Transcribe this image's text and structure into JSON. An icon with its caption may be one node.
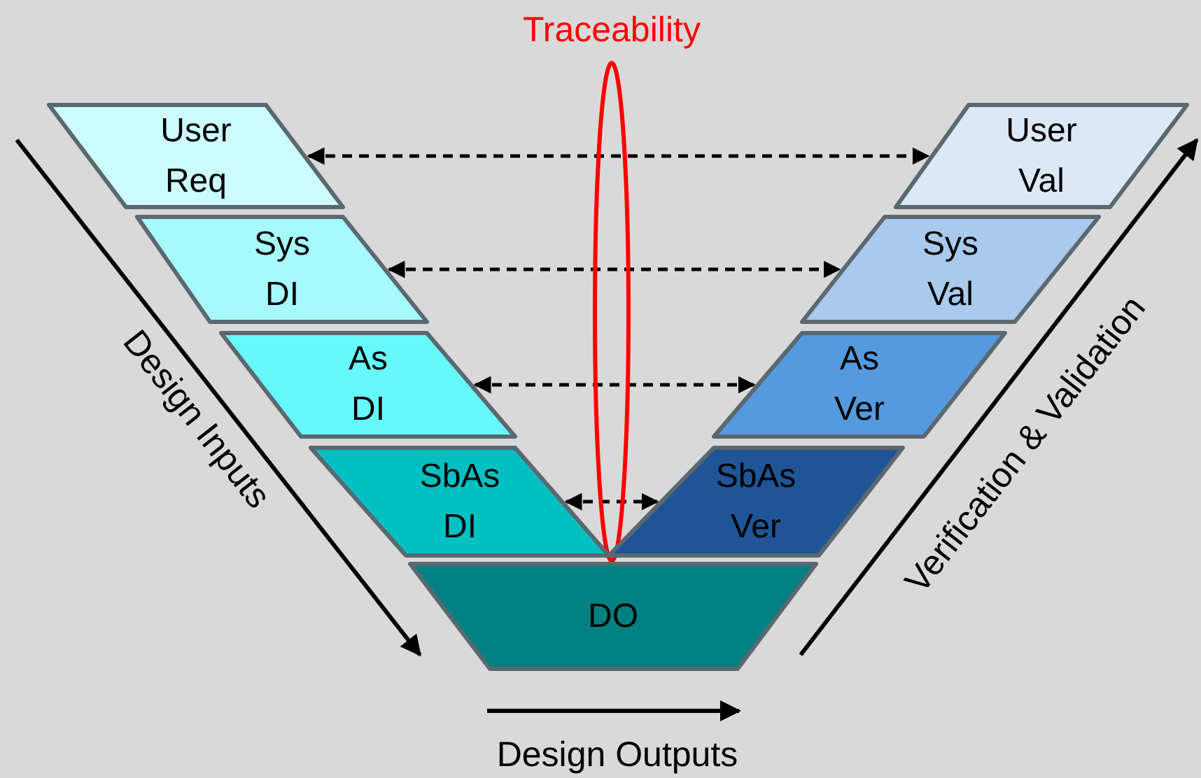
{
  "diagram": {
    "nodes": [
      {
        "text": [
          "User Req"
        ]
      },
      {
        "text": [
          "Sys DI"
        ]
      },
      {
        "text": [
          "As DI"
        ]
      },
      {
        "text": [
          "SbAs DI"
        ]
      },
      {
        "text": [
          "DO"
        ]
      },
      {
        "text": [
          "User Val"
        ]
      },
      {
        "text": [
          "Sys Val"
        ]
      },
      {
        "text": [
          "As Ver"
        ]
      },
      {
        "text": [
          "SbAs Ver"
        ]
      }
    ],
    "edges": [
      {
        "from": 0,
        "to": 5,
        "arrow": "both",
        "style": "dashed"
      },
      {
        "from": 1,
        "to": 6,
        "arrow": "both",
        "style": "dashed"
      },
      {
        "from": 2,
        "to": 7,
        "arrow": "both",
        "style": "dashed"
      },
      {
        "from": 3,
        "to": 8,
        "arrow": "both",
        "style": "dashed"
      }
    ],
    "labels": [
      "Traceability",
      "Design Inputs",
      "Verification & Validation",
      "Design Outputs"
    ]
  }
}
